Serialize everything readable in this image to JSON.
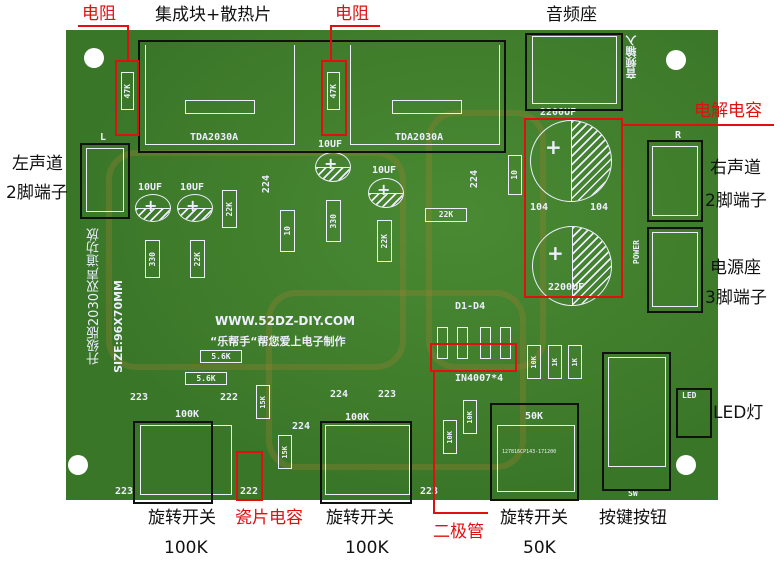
{
  "annotations": {
    "resistor_1": "电阻",
    "ic_heatsink": "集成块+散热片",
    "resistor_2": "电阻",
    "audio_socket": "音频座",
    "electrolytic_cap": "电解电容",
    "left_channel": "左声道",
    "left_terminal": "2脚端子",
    "right_channel": "右声道",
    "right_terminal": "2脚端子",
    "power_socket": "电源座",
    "power_terminal": "3脚端子",
    "led": "LED灯",
    "pot1": "旋转开关",
    "pot1_value": "100K",
    "ceramic_cap": "瓷片电容",
    "pot2": "旋转开关",
    "pot2_value": "100K",
    "diode": "二极管",
    "pot3": "旋转开关",
    "pot3_value": "50K",
    "button": "按键按钮"
  },
  "silkscreen": {
    "res47k_1": "47K",
    "res47k_2": "47K",
    "ic1": "TDA2030A",
    "ic2": "TDA2030A",
    "cap10uf": "10UF",
    "cap224": "224",
    "res10": "10",
    "res22k": "22K",
    "res330": "330",
    "cap104": "104",
    "cap2200": "2200UF",
    "audio_in": "音频输入",
    "L": "L",
    "R": "R",
    "power": "POWER",
    "website": "WWW.52DZ-DIY.COM",
    "slogan": "“乐帮手“帮您爱上电子制作",
    "res56k": "5.6K",
    "size": "SIZE:96X70MM",
    "title": "升级版2030双声道功放",
    "diodes": "D1-D4",
    "diode_part": "IN4007*4",
    "res10k": "10K",
    "res1k": "1K",
    "cap223": "223",
    "cap222": "222",
    "pot100k": "100K",
    "res15k": "15K",
    "pot50k": "50K",
    "pot_serial": "127816CP143-171200",
    "led": "LED",
    "sw": "SW"
  }
}
